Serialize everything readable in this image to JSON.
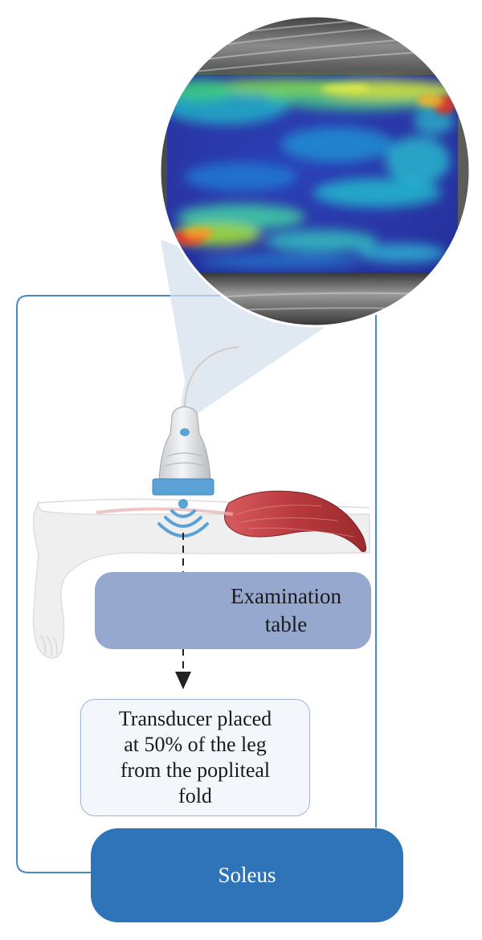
{
  "labels": {
    "examination_table": "Examination\ntable",
    "transducer_note": "Transducer placed\nat 50% of the leg\nfrom the popliteal\nfold",
    "muscle": "Soleus"
  },
  "colors": {
    "frame_border": "#4a88c2",
    "table_fill": "#97a8cf",
    "muscle_button": "#2f74b8",
    "muscle_red": "#b8393d",
    "leg_skin": "#efefef",
    "probe_blue": "#5aa2d6",
    "elastography_low": "#2a2f9e",
    "elastography_mid": "#22c7c9",
    "elastography_high": "#e8e23a",
    "elastography_peak": "#d8362a"
  },
  "icons": {
    "probe": "ultrasound-probe-icon",
    "waves": "ultrasound-waves-icon",
    "leg": "leg-illustration",
    "muscle": "calf-muscle-illustration",
    "image": "elastography-image"
  }
}
